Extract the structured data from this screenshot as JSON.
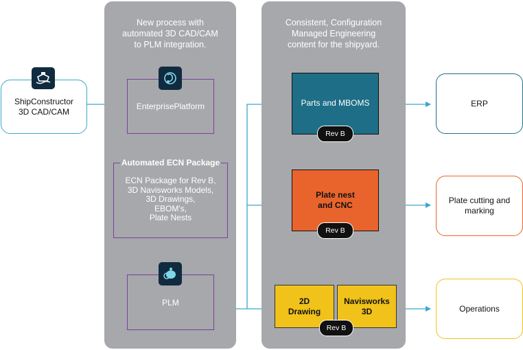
{
  "source": {
    "label": "ShipConstructor\n3D CAD/CAM",
    "icon": "ship-icon"
  },
  "panel_left": {
    "title": "New process with\nautomated 3D CAD/CAM\nto PLM integration.",
    "enterprise": {
      "label": "EnterprisePlatform",
      "icon": "enterprise-platform-icon"
    },
    "ecn": {
      "title": "Automated ECN Package",
      "body": "ECN Package for Rev B,\n3D Navisworks Models,\n3D Drawings,\nEBOM's,\nPlate Nests"
    },
    "plm": {
      "label": "PLM",
      "icon": "plm-icon"
    }
  },
  "panel_right": {
    "title": "Consistent, Configuration\nManaged Engineering\ncontent for the shipyard.",
    "parts": {
      "label": "Parts and MBOMS",
      "badge": "Rev B"
    },
    "plate": {
      "label": "Plate nest\nand CNC",
      "badge": "Rev B"
    },
    "drawing": {
      "label": "2D\nDrawing"
    },
    "navis": {
      "label": "Navisworks\n3D"
    },
    "bottom_badge": "Rev B"
  },
  "outputs": {
    "erp": "ERP",
    "plate_cutting": "Plate cutting and\nmarking",
    "operations": "Operations"
  },
  "colors": {
    "panel": "#a6a8ab",
    "purple": "#7b3fa0",
    "teal": "#1e6e87",
    "orange": "#e8642c",
    "yellow": "#f0c21a",
    "arrow": "#3aa8c9"
  }
}
